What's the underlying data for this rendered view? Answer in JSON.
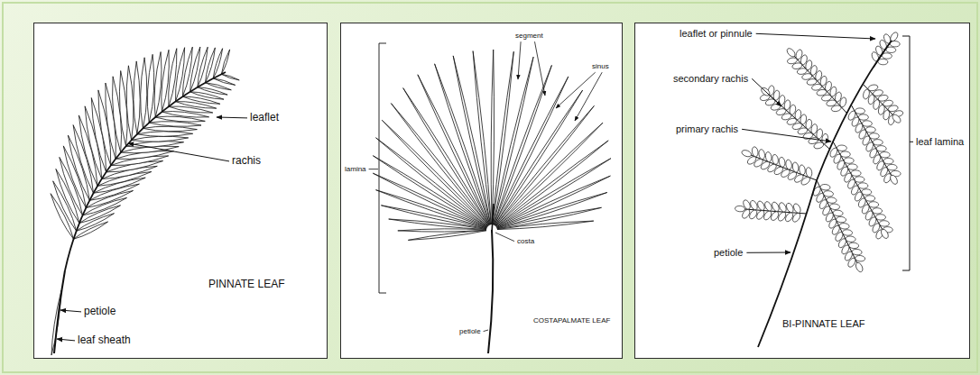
{
  "diagram": {
    "nodes": [
      {
        "text": [
          "leaflet",
          "rachis",
          "petiole",
          "PINNATE LEAF",
          "leaf sheath"
        ]
      },
      {
        "text": [
          "segment",
          "sinus",
          "lamina",
          "costa",
          "COSTAPALMATE LEAF",
          "petiole"
        ]
      },
      {
        "text": [
          "leaflet or pinnule",
          "secondary rachis",
          "primary rachis",
          "leaf lamina",
          "petiole",
          "BI-PINNATE LEAF"
        ]
      }
    ]
  }
}
